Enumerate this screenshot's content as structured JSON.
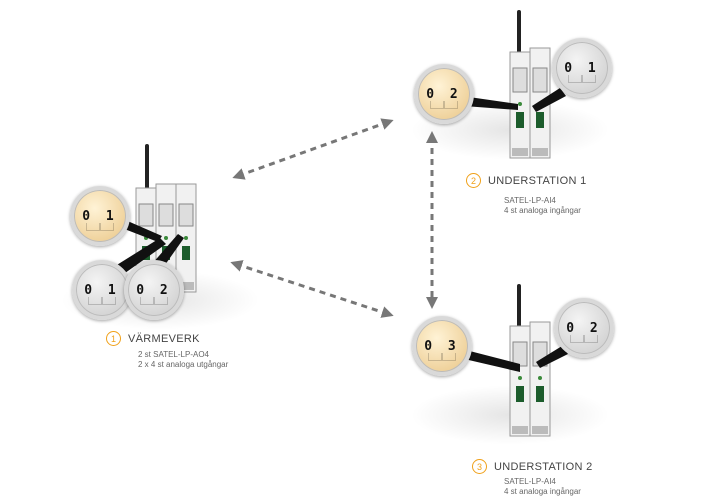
{
  "stations": [
    {
      "number": "1",
      "name": "VÄRMEVERK",
      "model": "2 st SATEL-LP-AO4",
      "io": "2 x 4 st analoga utgångar",
      "lenses": [
        {
          "digits": "0 1",
          "style": "gold"
        },
        {
          "digits": "0 1",
          "style": "grey"
        },
        {
          "digits": "0 2",
          "style": "grey"
        }
      ]
    },
    {
      "number": "2",
      "name": "UNDERSTATION 1",
      "model": "SATEL-LP-AI4",
      "io": "4 st analoga ingångar",
      "lenses": [
        {
          "digits": "0 2",
          "style": "gold"
        },
        {
          "digits": "0 1",
          "style": "grey"
        }
      ]
    },
    {
      "number": "3",
      "name": "UNDERSTATION 2",
      "model": "SATEL-LP-AI4",
      "io": "4 st analoga ingångar",
      "lenses": [
        {
          "digits": "0 3",
          "style": "gold"
        },
        {
          "digits": "0 2",
          "style": "grey"
        }
      ]
    }
  ],
  "colors": {
    "accent": "#f0a11a",
    "arrow": "#777777",
    "lens_gold": "#e9c585",
    "lens_grey": "#c9c9c9"
  },
  "icons": [
    "radio-module-icon",
    "antenna-icon",
    "dashed-link-arrow"
  ]
}
